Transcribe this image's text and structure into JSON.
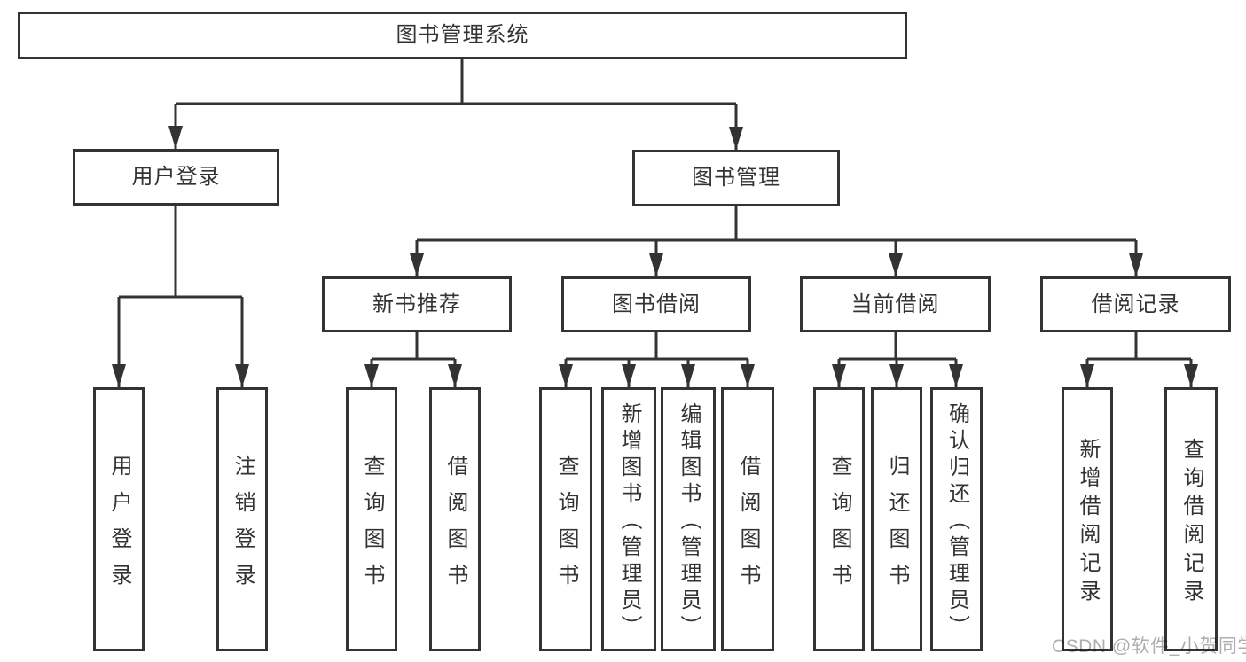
{
  "diagram": {
    "title": "图书管理系统",
    "root": {
      "label": "图书管理系统"
    },
    "branches": [
      {
        "label": "用户登录",
        "children": [
          {
            "label": "用户登录"
          },
          {
            "label": "注销登录"
          }
        ]
      },
      {
        "label": "图书管理",
        "children": [
          {
            "label": "新书推荐",
            "children": [
              {
                "label": "查询图书"
              },
              {
                "label": "借阅图书"
              }
            ]
          },
          {
            "label": "图书借阅",
            "children": [
              {
                "label": "查询图书"
              },
              {
                "label": "新增图书（管理员）"
              },
              {
                "label": "编辑图书（管理员）"
              },
              {
                "label": "借阅图书"
              }
            ]
          },
          {
            "label": "当前借阅",
            "children": [
              {
                "label": "查询图书"
              },
              {
                "label": "归还图书"
              },
              {
                "label": "确认归还（管理员）"
              }
            ]
          },
          {
            "label": "借阅记录",
            "children": [
              {
                "label": "新增借阅记录"
              },
              {
                "label": "查询借阅记录"
              }
            ]
          }
        ]
      }
    ]
  },
  "watermark": {
    "text": "CSDN @软件_小贺同学"
  },
  "colors": {
    "line": "#333333",
    "box_border": "#333333",
    "box_fill": "#ffffff",
    "text": "#333333",
    "watermark": "#aeaeae",
    "background": "#ffffff"
  }
}
